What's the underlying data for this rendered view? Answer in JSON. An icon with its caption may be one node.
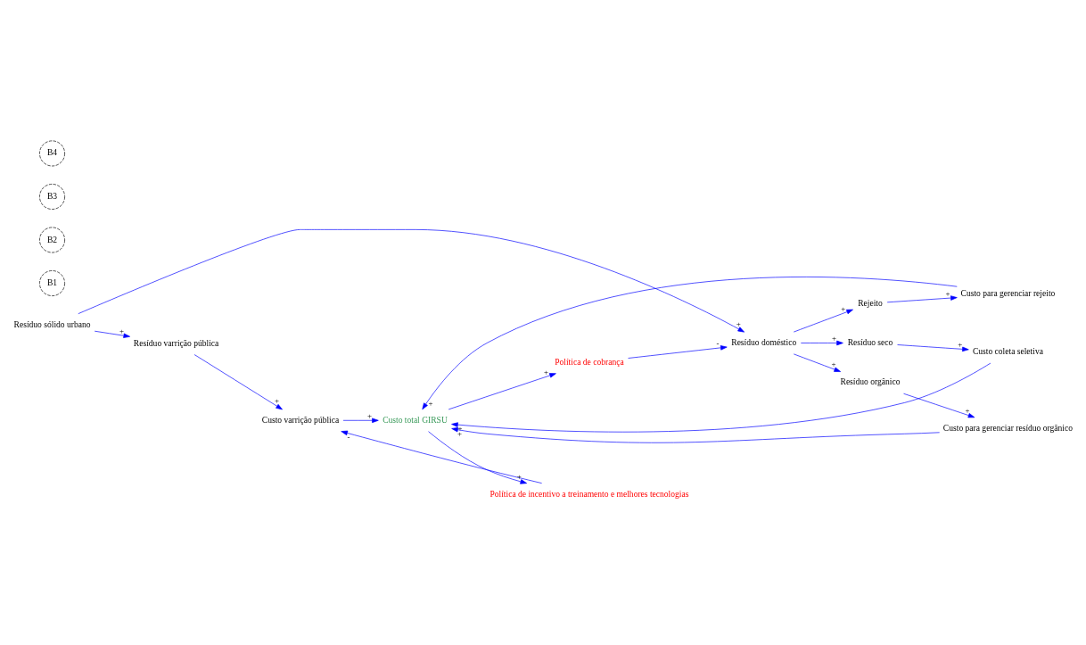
{
  "diagram": {
    "nodes": [
      {
        "text": [
          "Resíduo sólido urbano"
        ]
      },
      {
        "text": [
          "Resíduo varrição pública"
        ]
      },
      {
        "text": [
          "Custo varrição pública"
        ]
      },
      {
        "text": [
          "Política de incentivo a treinamento e melhores tecnologias"
        ]
      },
      {
        "text": [
          "Custo total GIRSU"
        ]
      },
      {
        "text": [
          "Rejeito"
        ]
      },
      {
        "text": [
          "Custo para gerenciar rejeito"
        ]
      },
      {
        "text": [
          "Resíduo doméstico"
        ]
      },
      {
        "text": [
          "Resíduo seco"
        ]
      },
      {
        "text": [
          "Custo coleta seletiva"
        ]
      },
      {
        "text": [
          "Resíduo orgânico"
        ]
      },
      {
        "text": [
          "Custo para gerenciar resíduo orgânico"
        ]
      },
      {
        "text": [
          "Política de cobrança"
        ]
      }
    ],
    "edges": [
      {
        "from": 0,
        "to": 1,
        "arrow": "to",
        "label": "+"
      },
      {
        "from": 1,
        "to": 2,
        "arrow": "to",
        "label": "+"
      },
      {
        "from": 3,
        "to": 2,
        "arrow": "to",
        "label": "-"
      },
      {
        "from": 2,
        "to": 4,
        "arrow": "to",
        "label": "+"
      },
      {
        "from": 4,
        "to": 3,
        "arrow": "to",
        "label": "+"
      },
      {
        "from": 0,
        "to": 7,
        "arrow": "to",
        "label": "+"
      },
      {
        "from": 7,
        "to": 5,
        "arrow": "to",
        "label": "+"
      },
      {
        "from": 5,
        "to": 6,
        "arrow": "to",
        "label": "+"
      },
      {
        "from": 6,
        "to": 4,
        "arrow": "to",
        "label": "+"
      },
      {
        "from": 7,
        "to": 8,
        "arrow": "to",
        "label": "+"
      },
      {
        "from": 8,
        "to": 9,
        "arrow": "to",
        "label": "+"
      },
      {
        "from": 9,
        "to": 4,
        "arrow": "to",
        "label": "+"
      },
      {
        "from": 7,
        "to": 10,
        "arrow": "to",
        "label": "+"
      },
      {
        "from": 10,
        "to": 11,
        "arrow": "to",
        "label": "+"
      },
      {
        "from": 11,
        "to": 4,
        "arrow": "to",
        "label": "+"
      },
      {
        "from": 4,
        "to": 12,
        "arrow": "to",
        "label": "+"
      },
      {
        "from": 12,
        "to": 7,
        "arrow": "to",
        "label": "-"
      }
    ],
    "labels": [
      "B1",
      "B2",
      "B3",
      "B4"
    ]
  }
}
